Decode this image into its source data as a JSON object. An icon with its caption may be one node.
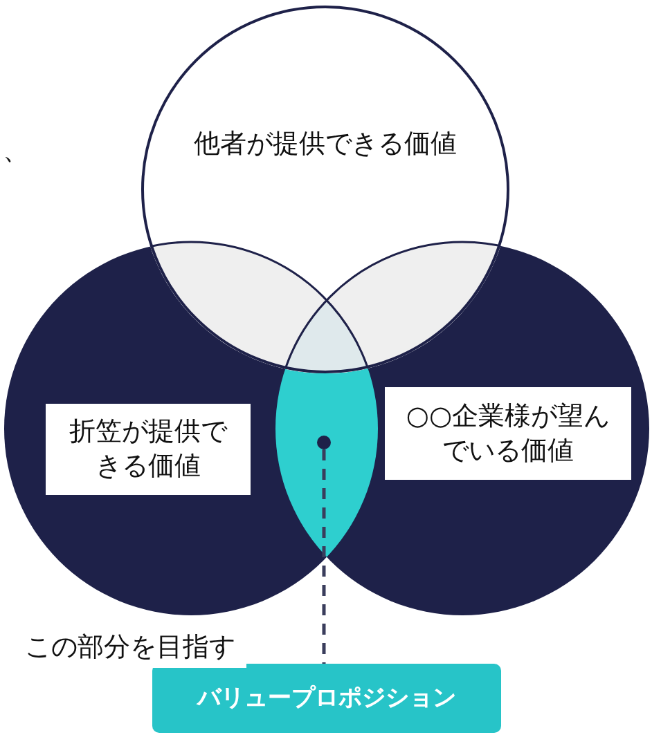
{
  "diagram": {
    "nodes": [
      {
        "text": [
          "他者が提供できる価値"
        ]
      },
      {
        "text": [
          "折笠が提供できる価値"
        ]
      },
      {
        "text": [
          "○○企業様が望んでいる価値"
        ]
      },
      {
        "text": [],
        "shape": "circle"
      },
      {
        "text": [
          "バリュープロポジション"
        ]
      }
    ],
    "edges": [
      {
        "from": 3,
        "to": 4,
        "arrow": "none",
        "style": "dashed"
      }
    ],
    "labels": [
      "、",
      "この部分を目指す"
    ]
  }
}
